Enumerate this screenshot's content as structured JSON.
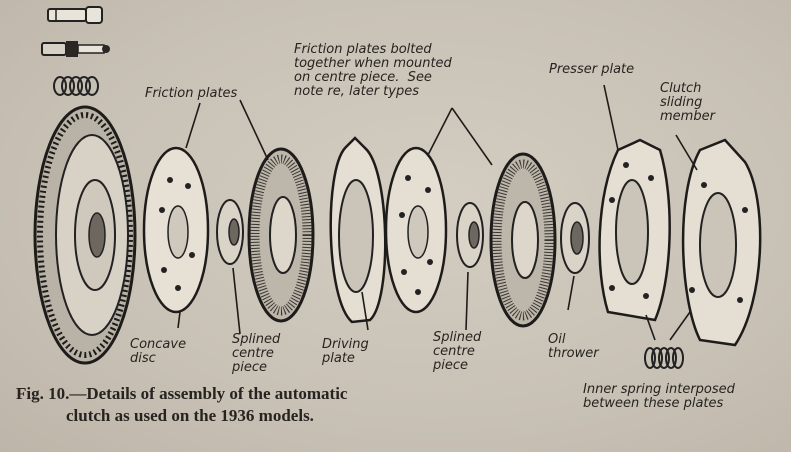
{
  "labels": {
    "friction_plates": "Friction plates",
    "friction_bolted": "Friction plates bolted\ntogether when mounted\non centre piece.  See\nnote re, later types",
    "presser_plate": "Presser plate",
    "clutch_sliding": "Clutch\nsliding\nmember",
    "concave_disc": "Concave\ndisc",
    "splined_centre_1": "Splined\ncentre\npiece",
    "driving_plate": "Driving\nplate",
    "splined_centre_2": "Splined\ncentre\npiece",
    "oil_thrower": "Oil\nthrower",
    "inner_spring": "Inner spring interposed\nbetween these plates"
  },
  "caption": {
    "line1": "Fig. 10.—Details of assembly of the automatic",
    "line2": "clutch as used on the 1936 models."
  }
}
